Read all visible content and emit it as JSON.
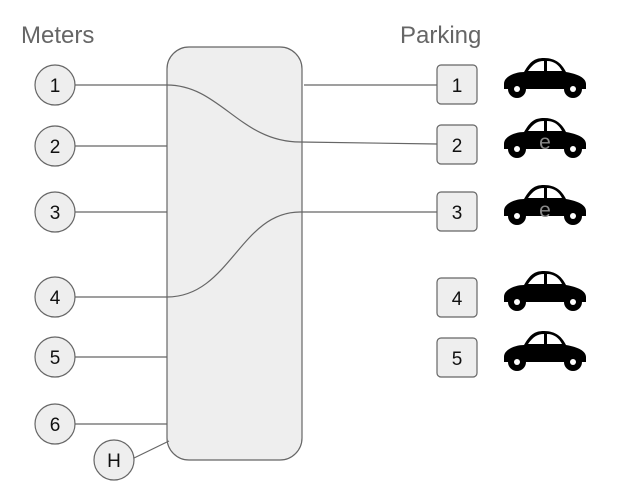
{
  "headings": {
    "meters": "Meters",
    "parking": "Parking"
  },
  "meters": [
    {
      "label": "1"
    },
    {
      "label": "2"
    },
    {
      "label": "3"
    },
    {
      "label": "4"
    },
    {
      "label": "5"
    },
    {
      "label": "6"
    }
  ],
  "hub_node": {
    "label": "H"
  },
  "spaces": [
    {
      "label": "1",
      "car_badge": ""
    },
    {
      "label": "2",
      "car_badge": "e"
    },
    {
      "label": "3",
      "car_badge": "e"
    },
    {
      "label": "4",
      "car_badge": ""
    },
    {
      "label": "5",
      "car_badge": ""
    }
  ],
  "connections": [
    {
      "meter": "1",
      "space": "2"
    },
    {
      "meter": "4",
      "space": "3"
    }
  ],
  "colors": {
    "stroke": "#666666",
    "fill": "#eeeeee",
    "car": "#000000",
    "text": "#666666"
  },
  "icons": {
    "car": "car-icon"
  }
}
